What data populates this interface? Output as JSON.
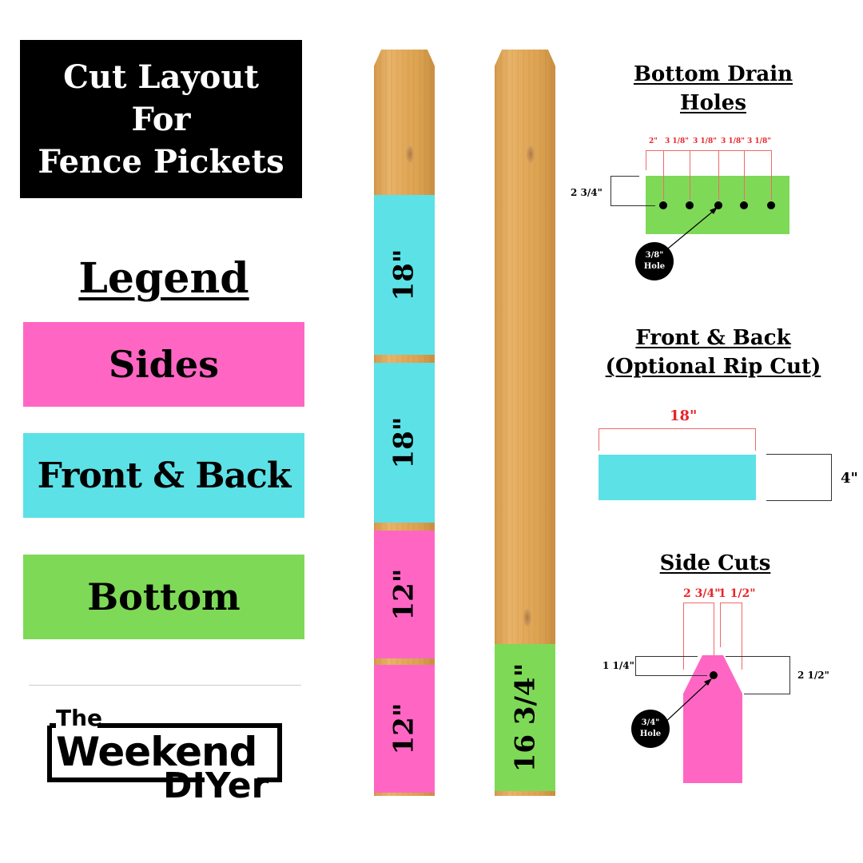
{
  "title": {
    "line1": "Cut Layout",
    "line2": "For",
    "line3": "Fence Pickets"
  },
  "legend": {
    "title": "Legend",
    "items": [
      {
        "label": "Sides",
        "color": "#ff66c4"
      },
      {
        "label": "Front & Back",
        "color": "#5ce1e6"
      },
      {
        "label": "Bottom",
        "color": "#7ed957"
      }
    ]
  },
  "logo": {
    "line1": "The",
    "line2": "Weekend",
    "line3": "DIYer"
  },
  "pickets": [
    {
      "segments": [
        {
          "label": "18\"",
          "type": "Front & Back",
          "color": "#5ce1e6"
        },
        {
          "label": "18\"",
          "type": "Front & Back",
          "color": "#5ce1e6"
        },
        {
          "label": "12\"",
          "type": "Sides",
          "color": "#ff66c4"
        },
        {
          "label": "12\"",
          "type": "Sides",
          "color": "#ff66c4"
        }
      ]
    },
    {
      "segments": [
        {
          "label": "16 3/4\"",
          "type": "Bottom",
          "color": "#7ed957"
        }
      ]
    }
  ],
  "drain": {
    "title_line1": "Bottom Drain",
    "title_line2": "Holes",
    "spacings": [
      "2\"",
      "3 1/8\"",
      "3 1/8\"",
      "3 1/8\"",
      "3 1/8\""
    ],
    "height": "2 3/4\"",
    "hole_size": "3/8\"",
    "hole_word": "Hole"
  },
  "frontback": {
    "title_line1": "Front & Back",
    "title_line2": "(Optional Rip Cut)",
    "length": "18\"",
    "width": "4\""
  },
  "sidecuts": {
    "title": "Side Cuts",
    "dim_left": "2 3/4\"",
    "dim_right": "1 1/2\"",
    "dim_hole_down": "1 1/4\"",
    "dim_bevel": "2 1/2\"",
    "hole_size": "3/4\"",
    "hole_word": "Hole"
  }
}
